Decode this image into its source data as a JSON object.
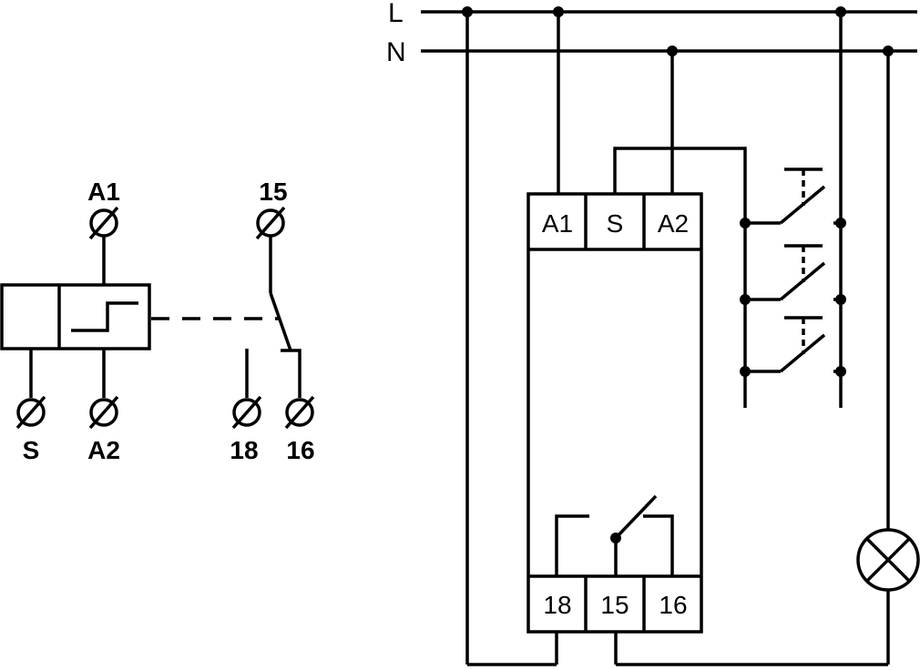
{
  "symbol": {
    "terminals": {
      "a1": "A1",
      "a2": "A2",
      "s": "S",
      "t15": "15",
      "t16": "16",
      "t18": "18"
    }
  },
  "wiring": {
    "lines": {
      "live": "L",
      "neutral": "N"
    },
    "device": {
      "top_terminals": [
        "A1",
        "S",
        "A2"
      ],
      "bottom_terminals": [
        "18",
        "15",
        "16"
      ]
    },
    "pushbutton_count": 3,
    "load": "lamp"
  },
  "colors": {
    "line": "#000000",
    "background": "#ffffff"
  }
}
